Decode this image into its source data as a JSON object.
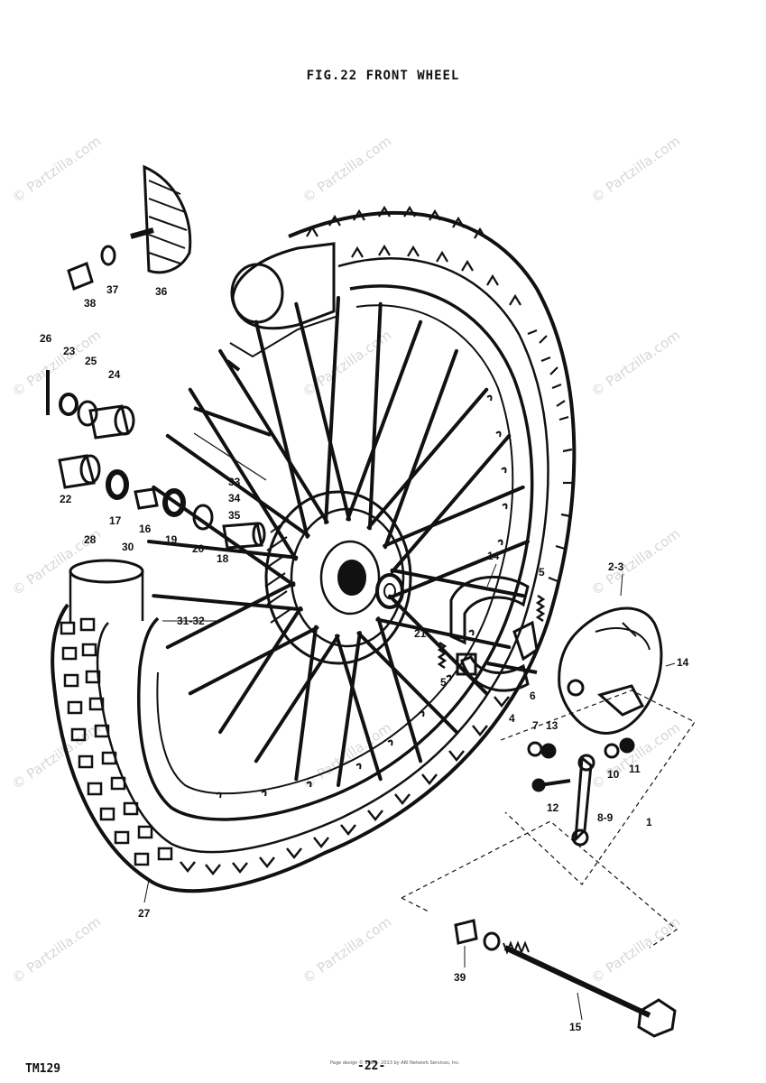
{
  "title": "FIG.22 FRONT WHEEL",
  "page_code": "TM129",
  "page_number": "-22-",
  "footer_credit": "Page design © 2004 - 2013 by ARI Network Services, Inc.",
  "watermark": "© Partzilla.com",
  "callouts": [
    {
      "id": "c1",
      "label": "1"
    },
    {
      "id": "c2-3",
      "label": "2-3"
    },
    {
      "id": "c4",
      "label": "4"
    },
    {
      "id": "c5a",
      "label": "5"
    },
    {
      "id": "c5b",
      "label": "5"
    },
    {
      "id": "c6",
      "label": "6"
    },
    {
      "id": "c7",
      "label": "7"
    },
    {
      "id": "c8-9",
      "label": "8-9"
    },
    {
      "id": "c10",
      "label": "10"
    },
    {
      "id": "c11",
      "label": "11"
    },
    {
      "id": "c12",
      "label": "12"
    },
    {
      "id": "c13",
      "label": "13"
    },
    {
      "id": "c14a",
      "label": "14"
    },
    {
      "id": "c14b",
      "label": "14"
    },
    {
      "id": "c15",
      "label": "15"
    },
    {
      "id": "c16",
      "label": "16"
    },
    {
      "id": "c17",
      "label": "17"
    },
    {
      "id": "c18",
      "label": "18"
    },
    {
      "id": "c19",
      "label": "19"
    },
    {
      "id": "c20",
      "label": "20"
    },
    {
      "id": "c21",
      "label": "21"
    },
    {
      "id": "c22",
      "label": "22"
    },
    {
      "id": "c23",
      "label": "23"
    },
    {
      "id": "c24",
      "label": "24"
    },
    {
      "id": "c25",
      "label": "25"
    },
    {
      "id": "c26",
      "label": "26"
    },
    {
      "id": "c27",
      "label": "27"
    },
    {
      "id": "c28",
      "label": "28"
    },
    {
      "id": "c30",
      "label": "30"
    },
    {
      "id": "c31-32",
      "label": "31-32"
    },
    {
      "id": "c33",
      "label": "33"
    },
    {
      "id": "c34",
      "label": "34"
    },
    {
      "id": "c35",
      "label": "35"
    },
    {
      "id": "c36",
      "label": "36"
    },
    {
      "id": "c37",
      "label": "37"
    },
    {
      "id": "c38",
      "label": "38"
    },
    {
      "id": "c39",
      "label": "39"
    }
  ]
}
